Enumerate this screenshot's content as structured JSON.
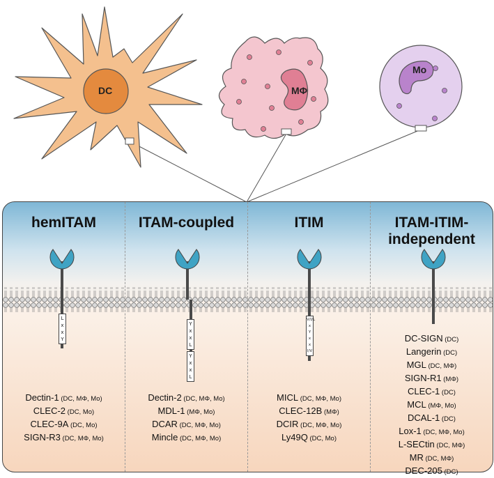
{
  "cells": {
    "dc_label": "DC",
    "mphi_label": "MΦ",
    "mo_label": "Mo"
  },
  "columns": [
    {
      "title": "hemITAM",
      "motif": [
        "L",
        "x",
        "x",
        "Y"
      ],
      "receptors": [
        {
          "name": "Dectin-1",
          "cells": "(DC, MΦ, Mo)"
        },
        {
          "name": "CLEC-2",
          "cells": "(DC, Mo)"
        },
        {
          "name": "CLEC-9A",
          "cells": "(DC, Mo)"
        },
        {
          "name": "SIGN-R3",
          "cells": "(DC, MΦ, Mo)"
        }
      ]
    },
    {
      "title": "ITAM-coupled",
      "motif": [
        "Y",
        "x",
        "x",
        "L",
        "Y",
        "x",
        "x",
        "L"
      ],
      "receptors": [
        {
          "name": "Dectin-2",
          "cells": "(DC, MΦ, Mo)"
        },
        {
          "name": "MDL-1",
          "cells": "(MΦ, Mo)"
        },
        {
          "name": "DCAR",
          "cells": "(DC, MΦ, Mo)"
        },
        {
          "name": "Mincle",
          "cells": "(DC, MΦ, Mo)"
        }
      ]
    },
    {
      "title": "ITIM",
      "motif": [
        "V/I/L",
        "x",
        "Y",
        "x",
        "x",
        "I/V"
      ],
      "receptors": [
        {
          "name": "MICL",
          "cells": "(DC, MΦ, Mo)"
        },
        {
          "name": "CLEC-12B",
          "cells": "(MΦ)"
        },
        {
          "name": "DCIR",
          "cells": "(DC, MΦ, Mo)"
        },
        {
          "name": "Ly49Q",
          "cells": "(DC, Mo)"
        }
      ]
    },
    {
      "title_line1": "ITAM-ITIM-",
      "title_line2": "independent",
      "receptors": [
        {
          "name": "DC-SIGN",
          "cells": "(DC)"
        },
        {
          "name": "Langerin",
          "cells": "(DC)"
        },
        {
          "name": "MGL",
          "cells": "(DC, MΦ)"
        },
        {
          "name": "SIGN-R1",
          "cells": "(MΦ)"
        },
        {
          "name": "CLEC-1",
          "cells": "(DC)"
        },
        {
          "name": "MCL",
          "cells": "(MΦ, Mo)"
        },
        {
          "name": "DCAL-1",
          "cells": "(DC)"
        },
        {
          "name": "Lox-1",
          "cells": "(DC, MΦ, Mo)"
        },
        {
          "name": "L-SECtin",
          "cells": "(DC, MΦ)"
        },
        {
          "name": "MR",
          "cells": "(DC, MΦ)"
        },
        {
          "name": "DEC-205",
          "cells": "(DC)"
        }
      ]
    }
  ],
  "colors": {
    "dc_body": "#f4c08e",
    "dc_nucleus": "#e48a3e",
    "macrophage_body": "#f4c6cf",
    "macrophage_nucleus": "#e07f94",
    "monocyte_body": "#e4d0ee",
    "monocyte_nucleus": "#b983cc",
    "receptor": "#3fa3c4",
    "stalk": "#4a4a4a"
  }
}
